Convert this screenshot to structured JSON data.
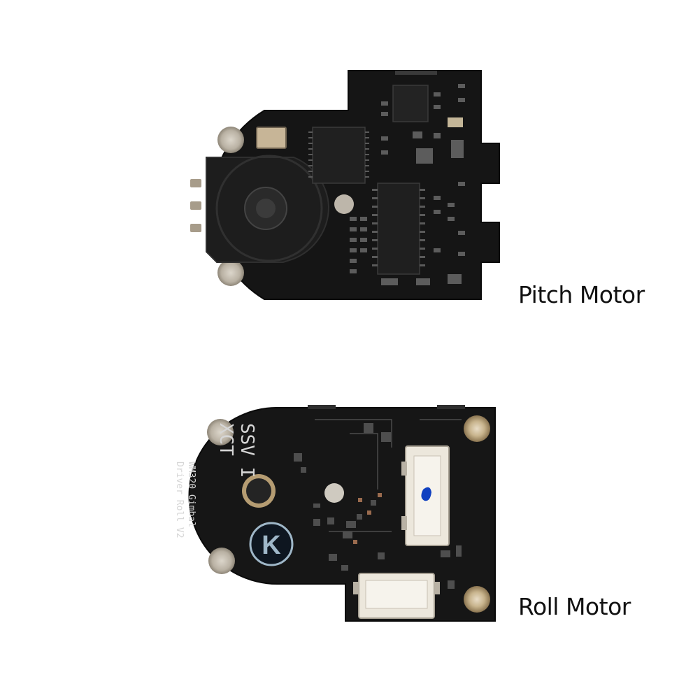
{
  "labels": {
    "pitch": "Pitch Motor",
    "roll": "Roll Motor"
  },
  "pcb_markings": {
    "roll_board_code": "SSV I",
    "roll_board_code2": "XCT",
    "roll_board_model": "WM320 Gimbal",
    "roll_board_desc": "Driver Roll V2",
    "roll_board_logo": "K"
  },
  "colors": {
    "background": "#ffffff",
    "pcb": "#151515",
    "connector": "#ece7dc",
    "pad": "#bdb6aa",
    "ink_mark": "#1040c0"
  }
}
